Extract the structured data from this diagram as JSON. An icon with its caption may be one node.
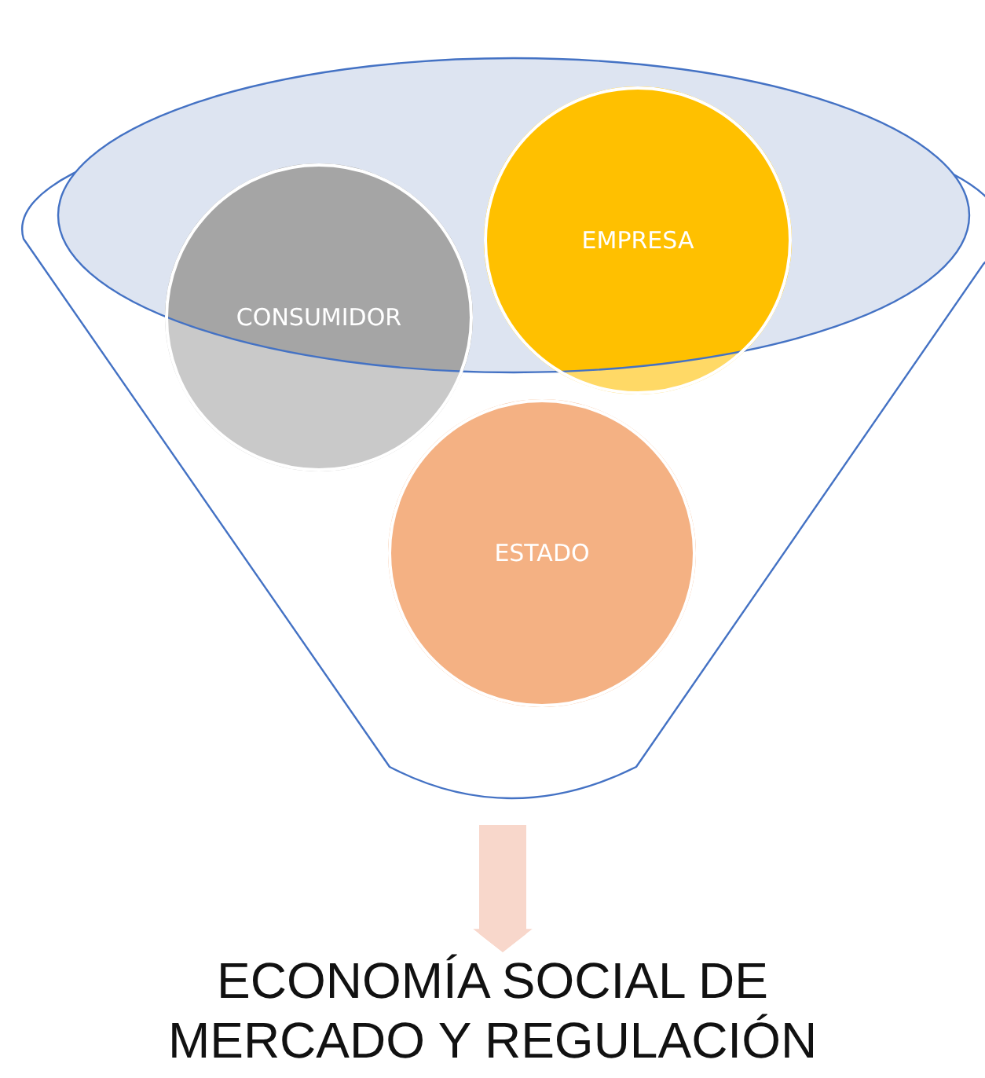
{
  "diagram": {
    "nodes": [
      {
        "text": [],
        "shape": "funnel"
      },
      {
        "text": [
          "CONSUMIDOR"
        ],
        "in": 0
      },
      {
        "text": [
          "EMPRESA"
        ],
        "in": 0
      },
      {
        "text": [
          "ESTADO"
        ],
        "in": 0
      },
      {
        "text": [
          "ECONOMÍA SOCIAL DE MERCADO Y REGULACIÓN"
        ]
      }
    ],
    "edges": [
      {
        "from": 0,
        "to": 4,
        "arrow": "to"
      }
    ]
  }
}
